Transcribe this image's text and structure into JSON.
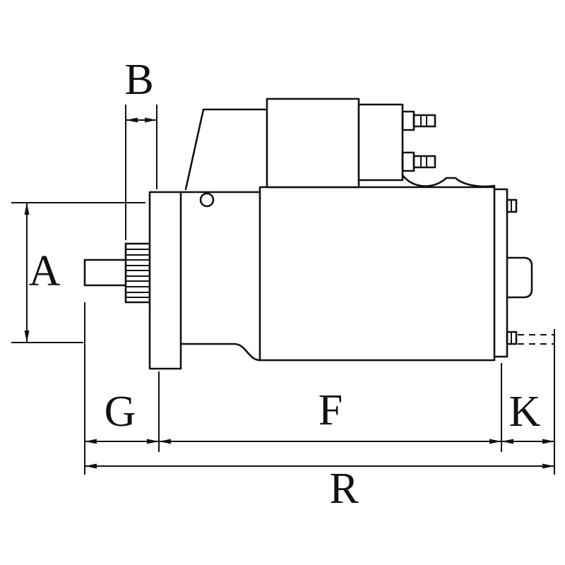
{
  "diagram": {
    "type": "technical-dimension-drawing",
    "labels": {
      "A": "A",
      "B": "B",
      "G": "G",
      "F": "F",
      "K": "K",
      "R": "R"
    }
  },
  "colors": {
    "line": "#111111",
    "background": "#ffffff"
  }
}
